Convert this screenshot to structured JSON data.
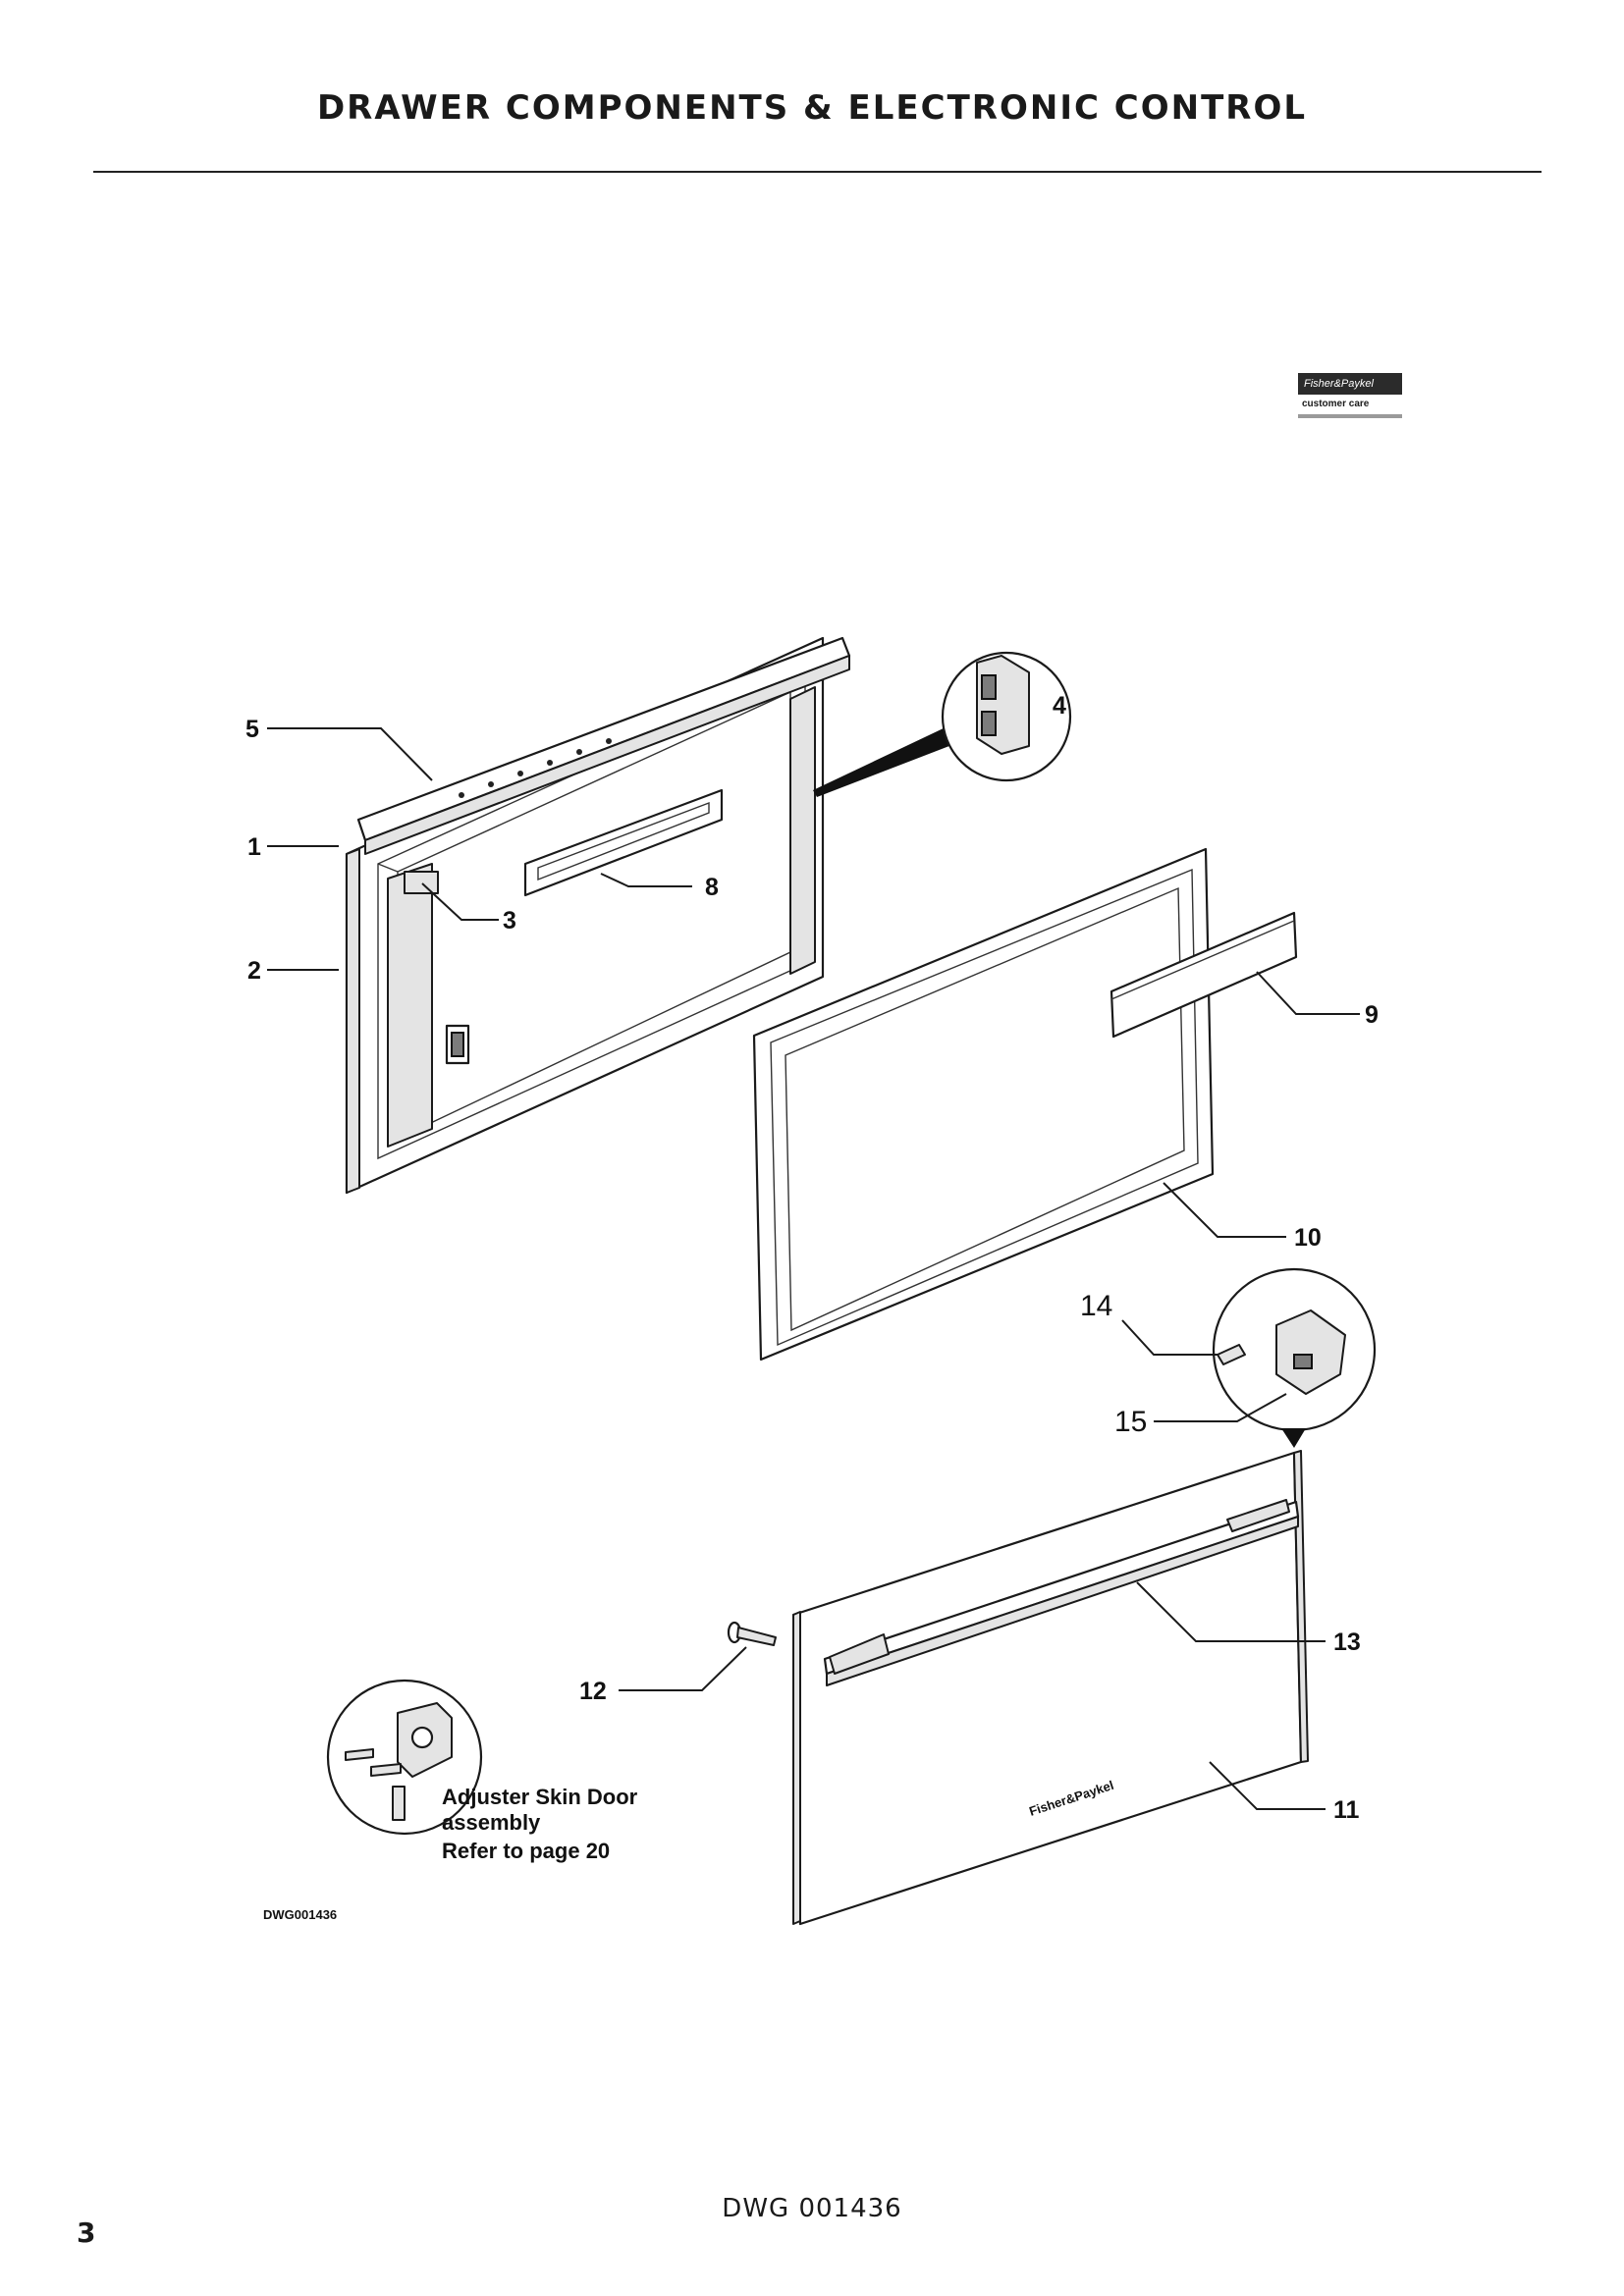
{
  "header": {
    "title": "DRAWER COMPONENTS & ELECTRONIC CONTROL"
  },
  "logo": {
    "brand": "Fisher&Paykel",
    "tagline": "customer care"
  },
  "diagram": {
    "callouts": {
      "c1": "1",
      "c2": "2",
      "c3": "3",
      "c4": "4",
      "c5": "5",
      "c8": "8",
      "c9": "9",
      "c10": "10",
      "c11": "11",
      "c12": "12",
      "c13": "13",
      "c14": "14",
      "c15": "15"
    },
    "note": {
      "line1": "Adjuster Skin Door",
      "line2": "assembly",
      "line3": "Refer to page  20"
    },
    "drawing_id_small": "DWG001436"
  },
  "footer": {
    "drawing_code": "DWG 001436",
    "page_number": "3"
  }
}
